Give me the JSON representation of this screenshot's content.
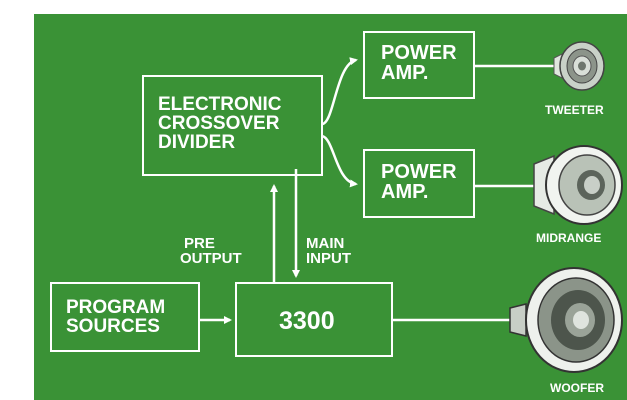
{
  "diagram": {
    "background_color": "#3a9236",
    "line_color": "#ffffff",
    "blocks": {
      "crossover": [
        "ELECTRONIC",
        "CROSSOVER",
        "DIVIDER"
      ],
      "power_amp_top": [
        "POWER",
        "AMP."
      ],
      "power_amp_bottom": [
        "POWER",
        "AMP."
      ],
      "program_sources": [
        "PROGRAM",
        "SOURCES"
      ],
      "preamp": "3300"
    },
    "connection_labels": {
      "pre_output": [
        "PRE",
        "OUTPUT"
      ],
      "main_input": [
        "MAIN",
        "INPUT"
      ]
    },
    "speakers": {
      "tweeter": "TWEETER",
      "midrange": "MIDRANGE",
      "woofer": "WOOFER"
    }
  }
}
